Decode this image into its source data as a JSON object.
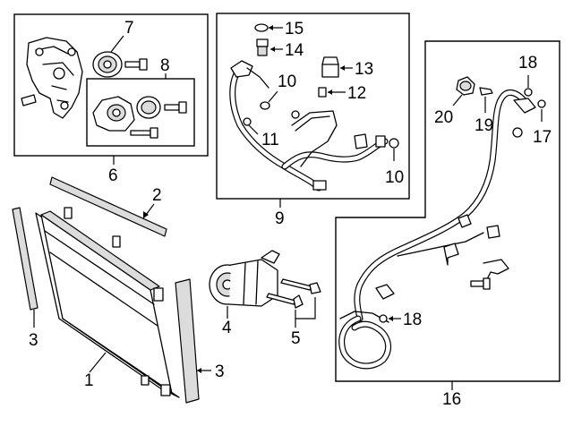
{
  "diagram": {
    "callouts": {
      "c1": "1",
      "c2": "2",
      "c3a": "3",
      "c3b": "3",
      "c4": "4",
      "c5": "5",
      "c6": "6",
      "c7": "7",
      "c8": "8",
      "c9": "9",
      "c10a": "10",
      "c10b": "10",
      "c11": "11",
      "c12": "12",
      "c13": "13",
      "c14": "14",
      "c15": "15",
      "c16": "16",
      "c17": "17",
      "c18a": "18",
      "c18b": "18",
      "c19": "19",
      "c20": "20"
    }
  }
}
